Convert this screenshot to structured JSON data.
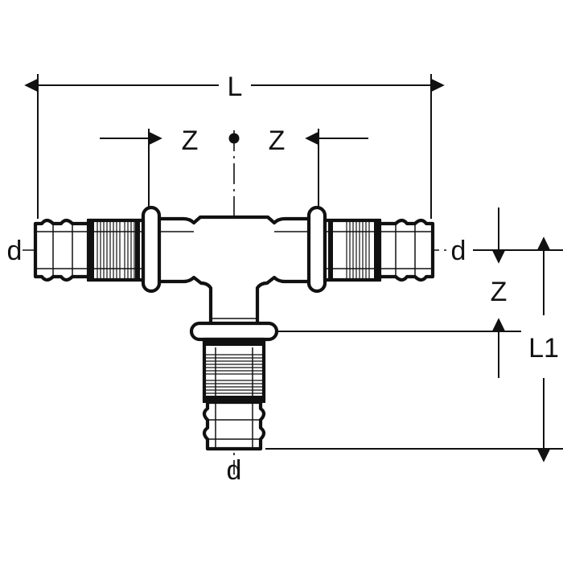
{
  "drawing": {
    "title": "Press fitting tee – dimensioned technical drawing",
    "component": "press-fitting-tee",
    "line_color": "#111111",
    "background_color": "#ffffff",
    "view": "front elevation, half-section"
  },
  "dimensions": {
    "overall_length": {
      "symbol": "L",
      "description": "overall length across both horizontal press ends",
      "orientation": "horizontal",
      "position": "top"
    },
    "overall_height": {
      "symbol": "L1",
      "description": "overall height from horizontal axis to branch press end",
      "orientation": "vertical",
      "position": "right"
    },
    "z_left": {
      "symbol": "Z",
      "description": "distance from centre of tee to left pipe stop",
      "orientation": "horizontal",
      "position": "top-left-of-centre"
    },
    "z_right": {
      "symbol": "Z",
      "description": "distance from centre of tee to right pipe stop",
      "orientation": "horizontal",
      "position": "top-right-of-centre"
    },
    "z_vertical": {
      "symbol": "Z",
      "description": "distance from horizontal axis down to branch pipe stop",
      "orientation": "vertical",
      "position": "right"
    },
    "diameter_left": {
      "symbol": "d",
      "description": "nominal outside diameter of left press connection",
      "position": "left"
    },
    "diameter_right": {
      "symbol": "d",
      "description": "nominal outside diameter of right press connection",
      "position": "right"
    },
    "diameter_branch": {
      "symbol": "d",
      "description": "nominal outside diameter of branch press connection",
      "position": "bottom"
    }
  },
  "labels": {
    "L": "L",
    "L1": "L1",
    "Z": "Z",
    "d": "d"
  }
}
